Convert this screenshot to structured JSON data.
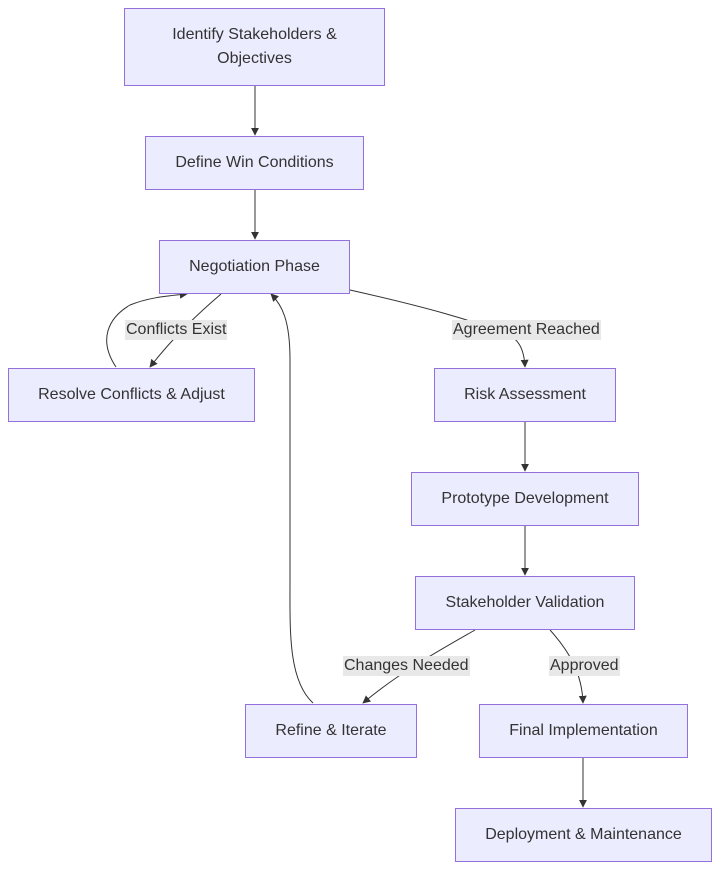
{
  "diagram": {
    "nodes": {
      "identify": "Identify Stakeholders & Objectives",
      "define_win": "Define Win Conditions",
      "negotiation": "Negotiation Phase",
      "resolve": "Resolve Conflicts & Adjust",
      "risk": "Risk Assessment",
      "prototype": "Prototype Development",
      "validation": "Stakeholder Validation",
      "refine": "Refine & Iterate",
      "final": "Final Implementation",
      "deploy": "Deployment & Maintenance"
    },
    "edge_labels": {
      "conflicts_exist": "Conflicts Exist",
      "agreement_reached": "Agreement Reached",
      "changes_needed": "Changes Needed",
      "approved": "Approved"
    },
    "colors": {
      "node_fill": "#ececff",
      "node_border": "#9370db",
      "edge": "#333333",
      "edge_label_bg": "#e8e8e8"
    }
  }
}
